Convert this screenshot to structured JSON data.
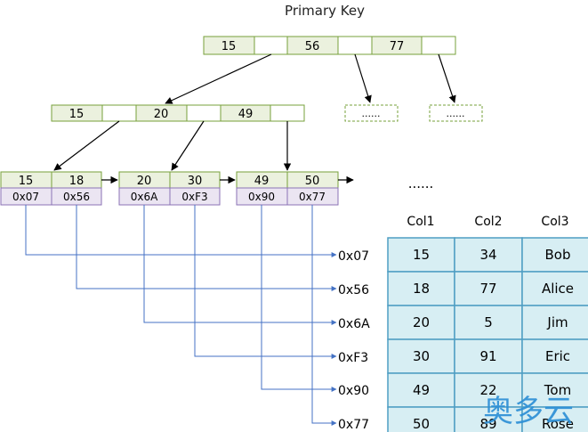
{
  "title": "Primary Key",
  "root": {
    "keys": [
      "15",
      "56",
      "77"
    ]
  },
  "internal": {
    "keys": [
      "15",
      "20",
      "49"
    ]
  },
  "placeholders": [
    "......",
    "......"
  ],
  "leaves": [
    {
      "keys": [
        "15",
        "18"
      ],
      "ptrs": [
        "0x07",
        "0x56"
      ]
    },
    {
      "keys": [
        "20",
        "30"
      ],
      "ptrs": [
        "0x6A",
        "0xF3"
      ]
    },
    {
      "keys": [
        "49",
        "50"
      ],
      "ptrs": [
        "0x90",
        "0x77"
      ]
    }
  ],
  "leaf_ellipsis": "......",
  "addresses": [
    "0x07",
    "0x56",
    "0x6A",
    "0xF3",
    "0x90",
    "0x77"
  ],
  "table": {
    "columns": [
      "Col1",
      "Col2",
      "Col3"
    ],
    "rows": [
      [
        "15",
        "34",
        "Bob"
      ],
      [
        "18",
        "77",
        "Alice"
      ],
      [
        "20",
        "5",
        "Jim"
      ],
      [
        "30",
        "91",
        "Eric"
      ],
      [
        "49",
        "22",
        "Tom"
      ],
      [
        "50",
        "89",
        "Rose"
      ]
    ]
  },
  "watermark": "奥多云",
  "colors": {
    "key_fill": "#ebf1de",
    "key_stroke": "#77a03b",
    "ptr_fill": "#ebe5f2",
    "ptr_stroke": "#8b72b5",
    "connector": "#4472c4",
    "table_fill": "#d7eef3",
    "table_stroke": "#4f9ec3",
    "watermark": "#2e8fd6"
  }
}
